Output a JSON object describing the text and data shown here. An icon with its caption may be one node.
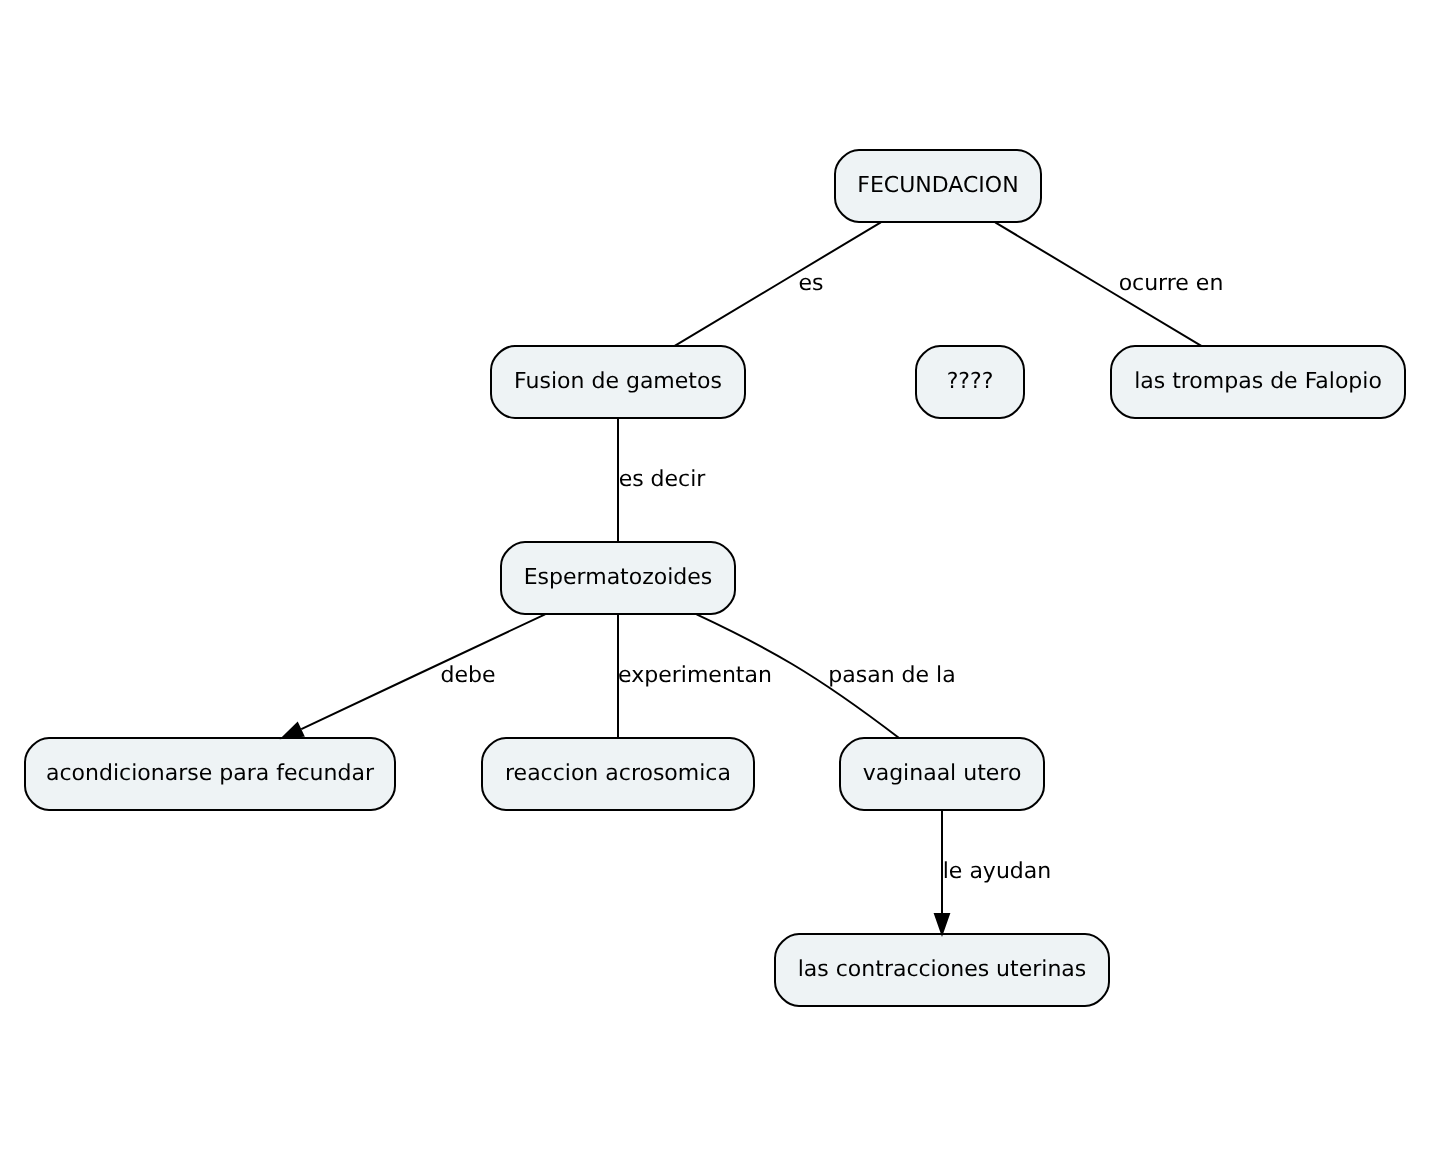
{
  "diagram": {
    "nodes": [
      {
        "text": [
          "FECUNDACION"
        ]
      },
      {
        "text": [
          "Fusion de gametos"
        ]
      },
      {
        "text": [
          "????"
        ]
      },
      {
        "text": [
          "las trompas de Falopio"
        ]
      },
      {
        "text": [
          "Espermatozoides"
        ]
      },
      {
        "text": [
          "acondicionarse para fecundar"
        ]
      },
      {
        "text": [
          "reaccion acrosomica"
        ]
      },
      {
        "text": [
          "vaginaal utero"
        ]
      },
      {
        "text": [
          "las contracciones uterinas"
        ]
      }
    ],
    "edges": [
      {
        "from": 0,
        "to": 1,
        "arrow": "none",
        "label": "es"
      },
      {
        "from": 0,
        "to": 3,
        "arrow": "none",
        "label": "ocurre en"
      },
      {
        "from": 1,
        "to": 4,
        "arrow": "none",
        "label": "es decir"
      },
      {
        "from": 4,
        "to": 5,
        "arrow": "to",
        "label": "debe"
      },
      {
        "from": 4,
        "to": 6,
        "arrow": "none",
        "label": "experimentan"
      },
      {
        "from": 4,
        "to": 7,
        "arrow": "none",
        "label": "pasan de la"
      },
      {
        "from": 7,
        "to": 8,
        "arrow": "to",
        "label": "le ayudan"
      }
    ]
  }
}
